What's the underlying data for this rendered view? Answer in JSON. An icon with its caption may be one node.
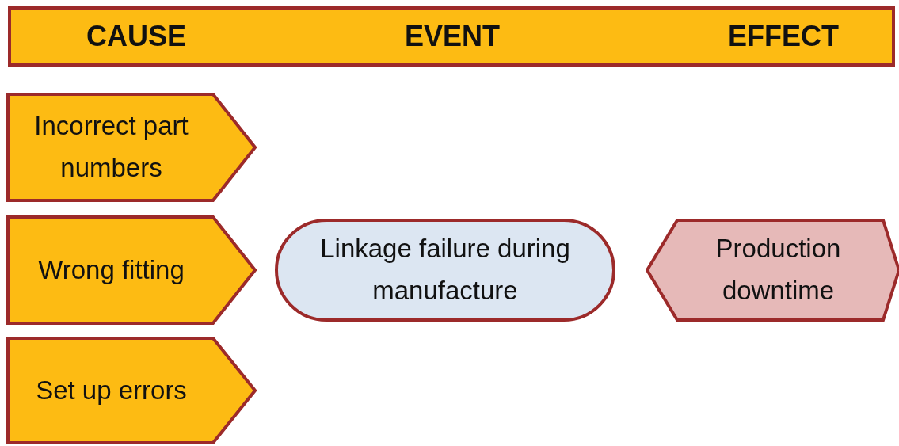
{
  "diagram": {
    "nodes": [
      {
        "text": [
          "CAUSE",
          "EVENT",
          "EFFECT"
        ]
      },
      {
        "text": [
          "Incorrect part numbers"
        ]
      },
      {
        "text": [
          "Wrong fitting"
        ]
      },
      {
        "text": [
          "Set up errors"
        ]
      },
      {
        "text": [
          "Linkage failure during manufacture"
        ]
      },
      {
        "text": [
          "Production downtime"
        ]
      }
    ]
  }
}
